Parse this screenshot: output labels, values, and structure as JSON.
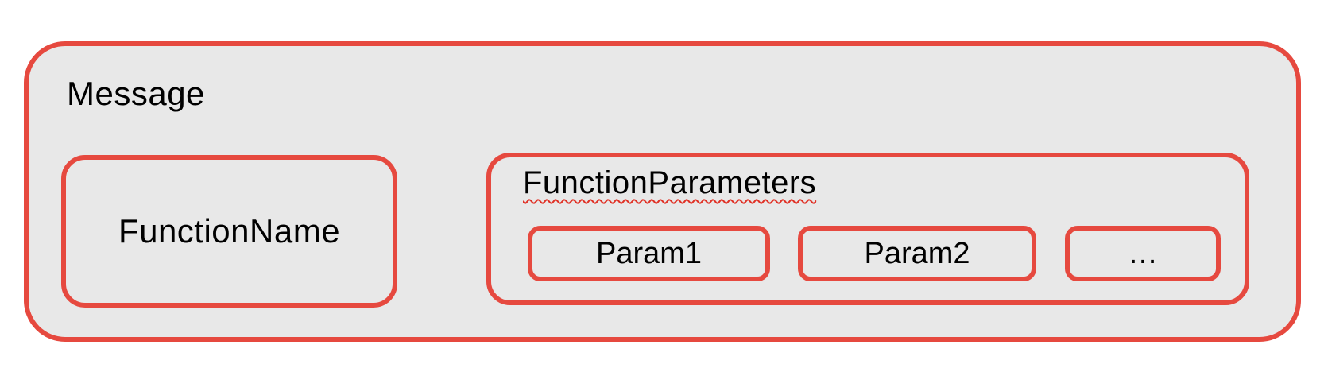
{
  "diagram": {
    "message": {
      "label": "Message"
    },
    "function_name": {
      "label": "FunctionName"
    },
    "function_parameters": {
      "label": "FunctionParameters",
      "params": [
        {
          "label": "Param1"
        },
        {
          "label": "Param2"
        },
        {
          "label": "…"
        }
      ]
    },
    "colors": {
      "border_red": "#e6493f",
      "fill_gray": "#e8e8e8",
      "squiggle_red": "#e03328",
      "text": "#000000",
      "page_background": "#ffffff"
    }
  }
}
